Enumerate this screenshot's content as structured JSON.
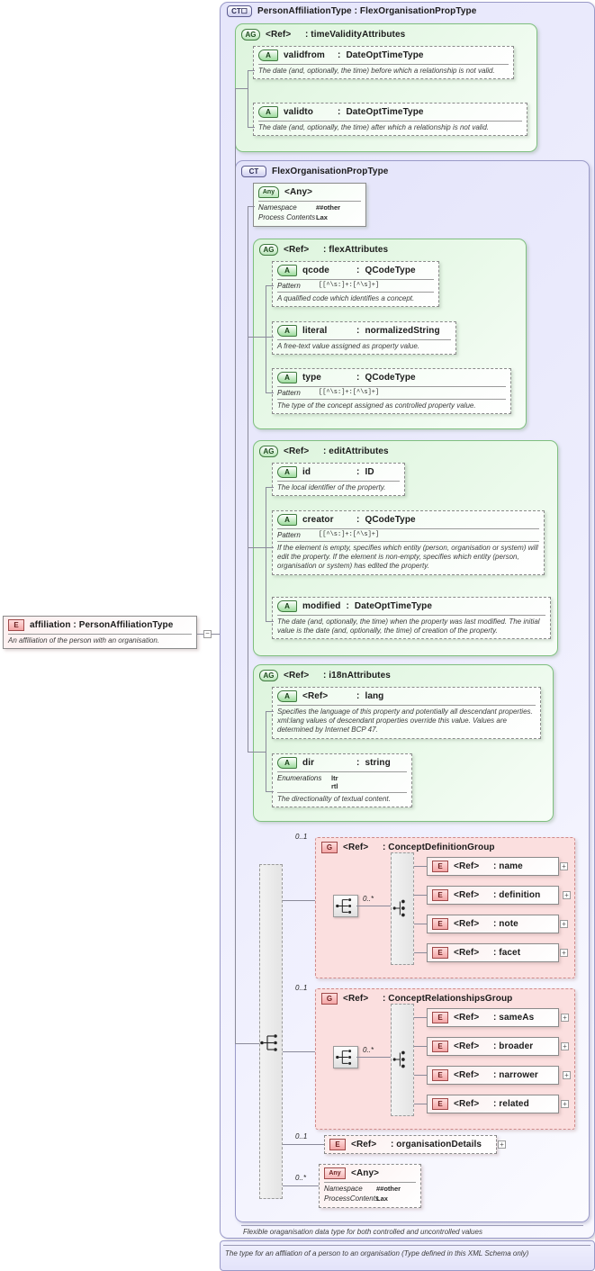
{
  "diagram": {
    "type": "xsd-schema-diagram",
    "root_element": {
      "badge": "E",
      "label": "affiliation  :  PersonAffiliationType",
      "name": "affiliation",
      "datatype": "PersonAffiliationType",
      "documentation": "An affiliation of the person with an organisation."
    },
    "root_type": {
      "badge": "CT",
      "expander": "+",
      "label": "PersonAffiliationType : FlexOrganisationPropType",
      "documentation": "The type for an affliation of a person to an organisation (Type defined in this XML Schema only)"
    },
    "base_type": {
      "badge": "CT",
      "label": "FlexOrganisationPropType",
      "documentation": "Flexible oraganisation data type for both controlled and uncontrolled values"
    },
    "groups": [
      {
        "badge": "AG",
        "ref": "<Ref>",
        "name": ": timeValidityAttributes",
        "attributes": [
          {
            "badge": "A",
            "name": "validfrom",
            "sep": ":",
            "datatype": "DateOptTimeType",
            "style": "dashed",
            "doc": "The date (and, optionally, the time) before which a relationship is not valid."
          },
          {
            "badge": "A",
            "name": "validto",
            "sep": ":",
            "datatype": "DateOptTimeType",
            "style": "dashed",
            "doc": "The date (and, optionally, the time) after which a relationship is not valid."
          }
        ]
      },
      {
        "badge": "AG",
        "ref": "<Ref>",
        "name": ": flexAttributes",
        "attributes": [
          {
            "badge": "A",
            "name": "qcode",
            "sep": ":",
            "datatype": "QCodeType",
            "style": "dashed",
            "facets": [
              {
                "key": "Pattern",
                "value": "[[^\\s:]+:[^\\s]+]"
              }
            ],
            "doc": "A qualified code which identifies a concept."
          },
          {
            "badge": "A",
            "name": "literal",
            "sep": ":",
            "datatype": "normalizedString",
            "style": "dashed",
            "doc": "A free-text value assigned as property value."
          },
          {
            "badge": "A",
            "name": "type",
            "sep": ":",
            "datatype": "QCodeType",
            "style": "dashed",
            "facets": [
              {
                "key": "Pattern",
                "value": "[[^\\s:]+:[^\\s]+]"
              }
            ],
            "doc": "The type of the concept assigned as controlled property value."
          }
        ]
      },
      {
        "badge": "AG",
        "ref": "<Ref>",
        "name": ": editAttributes",
        "attributes": [
          {
            "badge": "A",
            "name": "id",
            "sep": ":",
            "datatype": "ID",
            "style": "dashed",
            "doc": "The local identifier of the property."
          },
          {
            "badge": "A",
            "name": "creator",
            "sep": ":",
            "datatype": "QCodeType",
            "style": "dashed",
            "facets": [
              {
                "key": "Pattern",
                "value": "[[^\\s:]+:[^\\s]+]"
              }
            ],
            "doc": "If the element is empty, specifies which entity (person, organisation or system) will edit the property. If the element is non-empty, specifies which entity (person, organisation or system) has edited the property."
          },
          {
            "badge": "A",
            "name": "modified",
            "sep": ":",
            "datatype": "DateOptTimeType",
            "style": "dashed",
            "doc": "The date (and, optionally, the time) when the property was last modified. The initial value is the date (and, optionally, the time) of creation of the property."
          }
        ]
      },
      {
        "badge": "AG",
        "ref": "<Ref>",
        "name": ": i18nAttributes",
        "attributes": [
          {
            "badge": "A",
            "name": "<Ref>",
            "sep": ":",
            "datatype": "lang",
            "style": "dashed",
            "doc": "Specifies the language of this property and potentially all descendant properties. xml:lang values of descendant properties override this value. Values are determined by Internet BCP 47."
          },
          {
            "badge": "A",
            "name": "dir",
            "sep": ":",
            "datatype": "string",
            "style": "dashed",
            "facets": [
              {
                "key": "Enumerations",
                "value": "ltr\nrtl"
              }
            ],
            "enum_values": [
              "ltr",
              "rtl"
            ],
            "doc": "The directionality of textual content."
          }
        ]
      }
    ],
    "any_node": {
      "badge": "Any",
      "label": "<Any>",
      "facets": [
        {
          "key": "Namespace",
          "value": "##other"
        },
        {
          "key": "Process Contents",
          "value": "Lax"
        }
      ]
    },
    "content_model": {
      "compositor": "sequence",
      "children": [
        {
          "kind": "group",
          "badge": "G",
          "ref": "<Ref>",
          "name": ": ConceptDefinitionGroup",
          "occurs": "0..1",
          "inner_occurs": "0..*",
          "compositor": "choice",
          "elements": [
            {
              "badge": "E",
              "ref": "<Ref>",
              "name": ": name",
              "expander": "+"
            },
            {
              "badge": "E",
              "ref": "<Ref>",
              "name": ": definition",
              "expander": "+"
            },
            {
              "badge": "E",
              "ref": "<Ref>",
              "name": ": note",
              "expander": "+"
            },
            {
              "badge": "E",
              "ref": "<Ref>",
              "name": ": facet",
              "expander": "+"
            }
          ]
        },
        {
          "kind": "group",
          "badge": "G",
          "ref": "<Ref>",
          "name": ": ConceptRelationshipsGroup",
          "occurs": "0..1",
          "inner_occurs": "0..*",
          "compositor": "choice",
          "elements": [
            {
              "badge": "E",
              "ref": "<Ref>",
              "name": ": sameAs",
              "expander": "+"
            },
            {
              "badge": "E",
              "ref": "<Ref>",
              "name": ": broader",
              "expander": "+"
            },
            {
              "badge": "E",
              "ref": "<Ref>",
              "name": ": narrower",
              "expander": "+"
            },
            {
              "badge": "E",
              "ref": "<Ref>",
              "name": ": related",
              "expander": "+"
            }
          ]
        },
        {
          "kind": "element",
          "badge": "E",
          "ref": "<Ref>",
          "name": ": organisationDetails",
          "occurs": "0..1",
          "expander": "+"
        },
        {
          "kind": "any",
          "badge": "Any",
          "label": "<Any>",
          "occurs": "0..*",
          "facets": [
            {
              "key": "Namespace",
              "value": "##other"
            },
            {
              "key": "ProcessContents",
              "value": "Lax"
            }
          ]
        }
      ]
    }
  },
  "colors": {
    "purple_panel": "#e6e6fb",
    "green_panel": "#ddf4dd",
    "red_group": "#fbdfdf",
    "line": "#8a8a9a",
    "badge_green_border": "#3f7a3f",
    "badge_red_border": "#a04a4a",
    "badge_purple_border": "#5b5b8f"
  }
}
